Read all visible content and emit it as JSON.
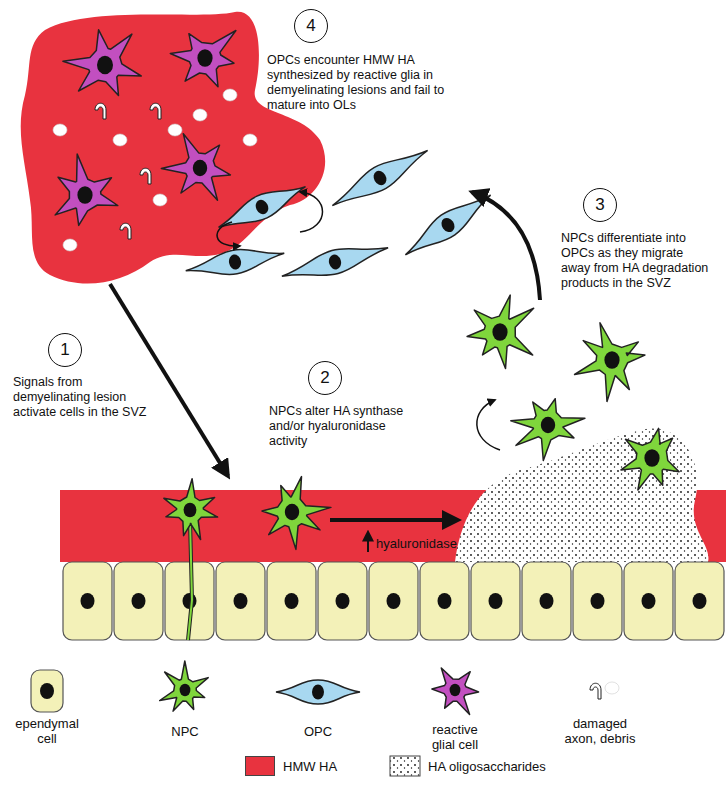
{
  "diagram": {
    "nodes": [
      {
        "text": [
          "1",
          "Signals from demyelinating lesion activate cells in the SVZ"
        ]
      },
      {
        "text": [
          "2",
          "NPCs alter HA synthase and/or hyaluronidase activity"
        ]
      },
      {
        "text": [
          "3",
          "NPCs differentiate into OPCs as they migrate away from HA degradation products in the SVZ"
        ]
      },
      {
        "text": [
          "4",
          "OPCs encounter HMW HA synthesized by reactive glia in demyelinating lesions and fail to mature into OLs"
        ]
      }
    ],
    "labels": [
      "hyaluronidase"
    ],
    "legend": [
      {
        "text": "ependymal cell"
      },
      {
        "text": "NPC"
      },
      {
        "text": "OPC"
      },
      {
        "text": "reactive glial cell"
      },
      {
        "text": "damaged axon, debris"
      },
      {
        "text": "HMW HA",
        "color": "#e8333f"
      },
      {
        "text": "HA oligosaccharides"
      }
    ]
  }
}
